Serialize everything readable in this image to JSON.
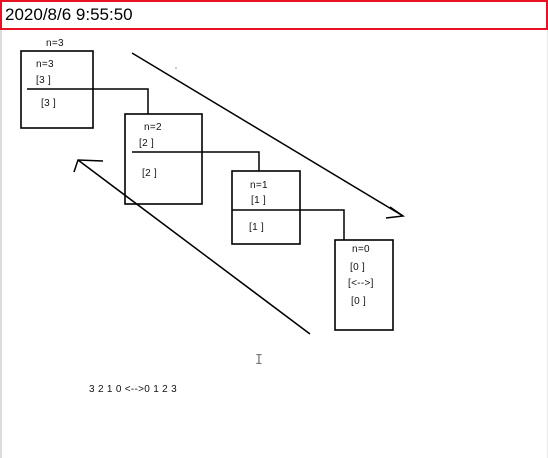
{
  "title_bar": {
    "timestamp": "2020/8/6 9:55:50"
  },
  "diagram": {
    "frames": [
      {
        "header": "n=3",
        "top_label": "n=3",
        "entry": "[3 ]",
        "exit": "[3 ]"
      },
      {
        "label": "n=2",
        "entry": "[2 ]",
        "exit": "[2 ]"
      },
      {
        "label": "n=1",
        "entry": "[1 ]",
        "exit": "[1 ]"
      },
      {
        "label": "n=0",
        "entry": "[0 ]",
        "middle": "[<-->]",
        "exit": "[0 ]"
      }
    ],
    "output_text": "3 2 1 0 <-->0 1 2 3",
    "cursor_glyph": "I"
  }
}
